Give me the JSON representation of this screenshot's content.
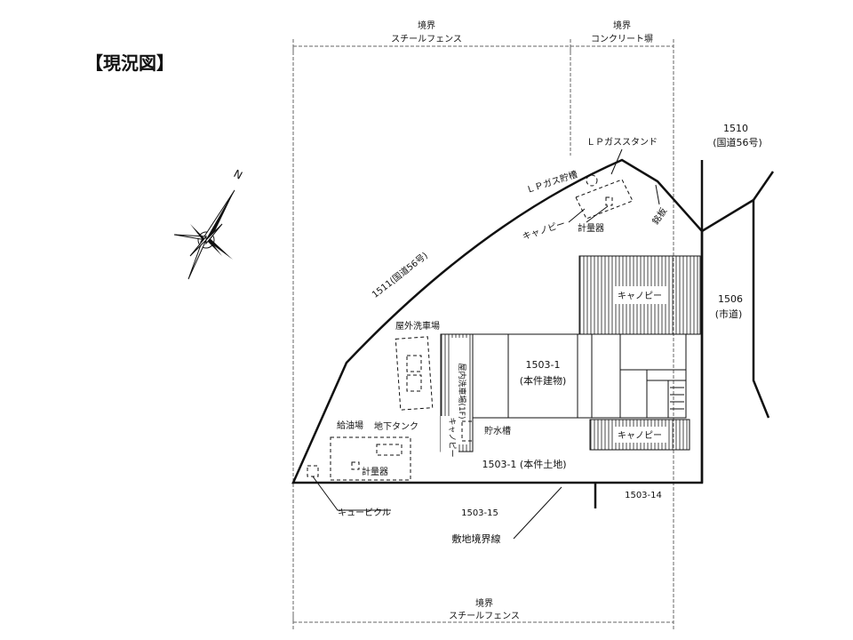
{
  "title": "【現況図】",
  "north": "N",
  "labels": {
    "fence_top_1": "境界",
    "fence_top_1b": "スチールフェンス",
    "fence_top_2": "境界",
    "fence_top_2b": "コンクリート塀",
    "lot_1510": "1510",
    "lot_1510_road": "(国道56号)",
    "lp_stand": "ＬＰガススタンド",
    "lp_tank": "ＬＰガス貯槽",
    "canopy_small": "キャノピー",
    "meter_1": "計量器",
    "nameplate": "銘板",
    "road_1511": "1511(国道56号)",
    "canopy_main": "キャノピー",
    "lot_1506": "1506",
    "lot_1506_road": "(市道)",
    "outdoor_wash": "屋外洗車場",
    "building_id": "1503-1",
    "building_name": "(本件建物)",
    "indoor_wash": "屋内洗車場(1F)",
    "canopy_bottom": "キャノピー",
    "canopy_vertical": "キャノピー",
    "water_tank": "貯水槽",
    "fuel_area": "給油場",
    "underground_tank": "地下タンク",
    "meter_2": "計量器",
    "land": "1503-1 (本件土地)",
    "lot_1503_14": "1503-14",
    "cubicle": "キュービクル",
    "lot_1503_15": "1503-15",
    "boundary_line": "敷地境界線",
    "fence_bottom_1": "境界",
    "fence_bottom_1b": "スチールフェンス"
  }
}
